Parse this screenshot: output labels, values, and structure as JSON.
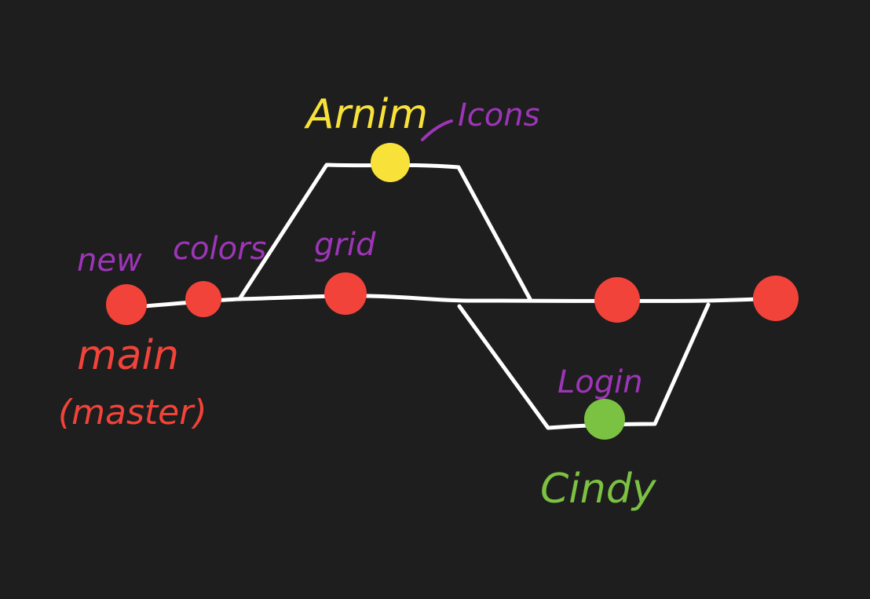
{
  "colors": {
    "background": "#1e1e1e",
    "line": "#ffffff",
    "main": "#f2433a",
    "arnim": "#f8e23a",
    "cindy": "#7cc242",
    "commit_label": "#9e35b8"
  },
  "branches": {
    "main": {
      "name": "main",
      "alias": "(master)"
    },
    "arnim": {
      "name": "Arnim"
    },
    "cindy": {
      "name": "Cindy"
    }
  },
  "commits": {
    "new": "new",
    "colors": "colors",
    "grid": "grid",
    "icons": "Icons",
    "login": "Login"
  }
}
